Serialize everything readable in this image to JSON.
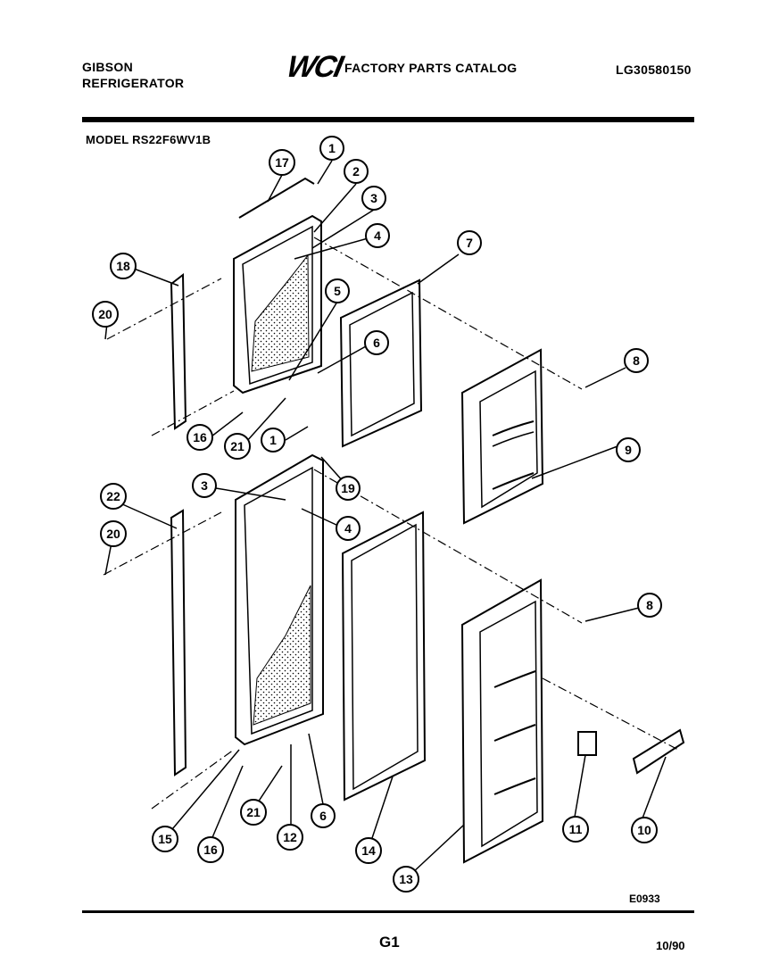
{
  "header": {
    "brand_line1": "GIBSON",
    "brand_line2": "REFRIGERATOR",
    "logo": "WCI",
    "catalog_title": "FACTORY PARTS CATALOG",
    "part_number": "LG30580150",
    "model": "MODEL RS22F6WV1B"
  },
  "footer": {
    "diagram_code": "E0933",
    "page": "G1",
    "date": "10/90"
  },
  "callouts": [
    "1",
    "2",
    "3",
    "4",
    "5",
    "6",
    "7",
    "8",
    "9",
    "10",
    "11",
    "12",
    "13",
    "14",
    "15",
    "16",
    "17",
    "18",
    "19",
    "20",
    "21",
    "22",
    "1",
    "3",
    "4",
    "6",
    "8",
    "16",
    "20",
    "21"
  ]
}
